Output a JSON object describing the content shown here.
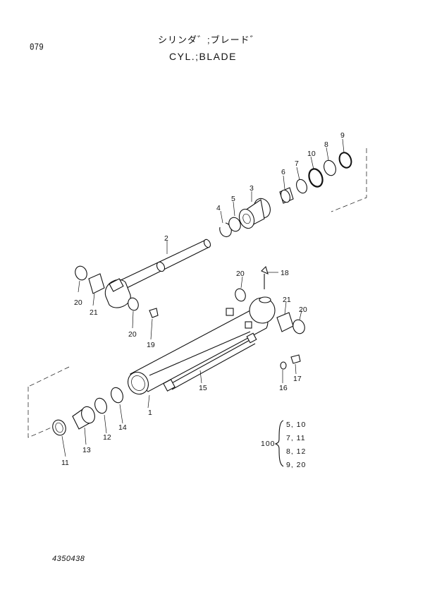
{
  "header": {
    "page_no": "079",
    "title_jp": "シリンダ゛;ブレード゛",
    "title_en": "CYL.;BLADE"
  },
  "footer": {
    "drawing_no": "4350438"
  },
  "callouts": [
    "1",
    "2",
    "3",
    "4",
    "5",
    "6",
    "7",
    "8",
    "9",
    "10",
    "11",
    "12",
    "13",
    "14",
    "15",
    "16",
    "17",
    "18",
    "19",
    "20",
    "20",
    "20",
    "21",
    "21"
  ],
  "kit": {
    "label": "100",
    "items": [
      "5, 10",
      "7, 11",
      "8, 12",
      "9, 20"
    ]
  }
}
